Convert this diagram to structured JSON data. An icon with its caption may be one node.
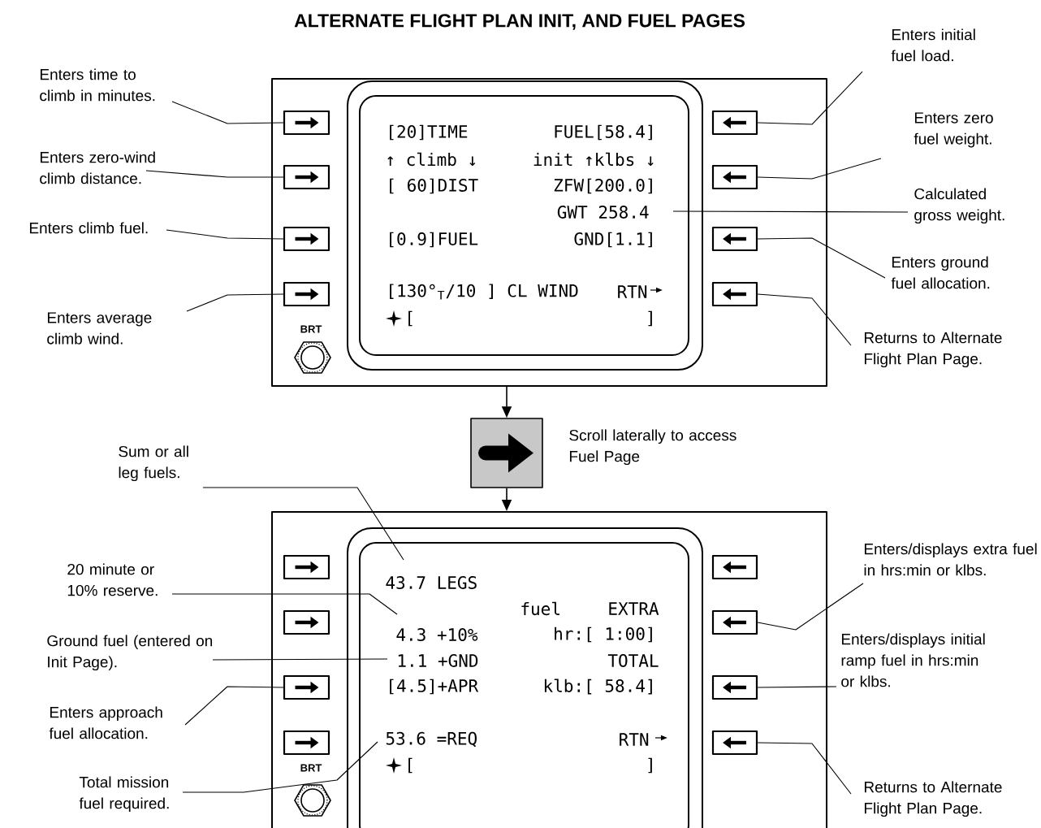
{
  "diagram": {
    "title": "ALTERNATE FLIGHT PLAN INIT, AND FUEL PAGES",
    "nodes": [
      {
        "text": [],
        "shape": "box"
      },
      {
        "text": [
          "[20]TIME",
          "FUEL[58.4]",
          "↑ climb ↓",
          "init ↑klbs ↓",
          "[ 60]DIST",
          "ZFW[200.0]",
          "GWT 258.4",
          "[0.9]FUEL",
          "GND[1.1]",
          "[130°$_{T}$/10 ] CL WIND",
          "RTN",
          "[",
          "]"
        ],
        "in": 0
      },
      {
        "text": [],
        "shape": "box",
        "in": 0
      },
      {
        "text": [],
        "shape": "box",
        "in": 0
      },
      {
        "text": [],
        "shape": "box",
        "in": 0
      },
      {
        "text": [],
        "shape": "box",
        "in": 0
      },
      {
        "text": [],
        "shape": "box",
        "in": 0
      },
      {
        "text": [],
        "shape": "box",
        "in": 0
      },
      {
        "text": [],
        "shape": "box",
        "in": 0
      },
      {
        "text": [],
        "shape": "box",
        "in": 0
      },
      {
        "text": [],
        "shape": "box",
        "beside": [
          "Scroll laterally to access Fuel Page"
        ]
      },
      {
        "text": [],
        "shape": "box"
      },
      {
        "text": [
          "43.7 LEGS",
          "fuel",
          "EXTRA",
          "4.3 +10%",
          "hr:[ 1:00]",
          "1.1 +GND",
          "TOTAL",
          "[4.5]+APR",
          "klb:[ 58.4]",
          "53.6 =REQ",
          "RTN",
          "[",
          "]"
        ],
        "in": 11
      },
      {
        "text": [],
        "shape": "box",
        "in": 11
      },
      {
        "text": [],
        "shape": "box",
        "in": 11
      },
      {
        "text": [],
        "shape": "box",
        "in": 11
      },
      {
        "text": [],
        "shape": "box",
        "in": 11
      },
      {
        "text": [],
        "shape": "box",
        "in": 11
      },
      {
        "text": [],
        "shape": "box",
        "in": 11
      },
      {
        "text": [],
        "shape": "box",
        "in": 11
      },
      {
        "text": [],
        "shape": "box",
        "in": 11
      },
      {
        "text": [
          "Enters time to climb in minutes."
        ]
      },
      {
        "text": [
          "Enters zero-wind climb distance."
        ]
      },
      {
        "text": [
          "Enters climb fuel."
        ]
      },
      {
        "text": [
          "Enters average climb wind."
        ]
      },
      {
        "text": [
          "Enters initial fuel load."
        ]
      },
      {
        "text": [
          "Enters zero fuel weight."
        ]
      },
      {
        "text": [
          "Calculated gross weight."
        ]
      },
      {
        "text": [
          "Enters ground fuel allocation."
        ]
      },
      {
        "text": [
          "Returns to Alternate Flight Plan Page."
        ]
      },
      {
        "text": [
          "Sum or all leg fuels."
        ]
      },
      {
        "text": [
          "20 minute or 10% reserve."
        ]
      },
      {
        "text": [
          "Ground fuel (entered on Init Page)."
        ]
      },
      {
        "text": [
          "Enters approach fuel allocation."
        ]
      },
      {
        "text": [
          "Total mission fuel required."
        ]
      },
      {
        "text": [
          "Enters/displays extra fuel in hrs:min or klbs."
        ]
      },
      {
        "text": [
          "Enters/displays initial ramp fuel in hrs:min or klbs."
        ]
      },
      {
        "text": [
          "Returns to Alternate Flight Plan Page."
        ]
      }
    ],
    "edges": [
      {
        "from": 0,
        "to": 10,
        "arrow": "to"
      },
      {
        "from": 10,
        "to": 11,
        "arrow": "to"
      },
      {
        "from": 21,
        "to": 2,
        "arrow": "none"
      },
      {
        "from": 22,
        "to": 3,
        "arrow": "none"
      },
      {
        "from": 23,
        "to": 4,
        "arrow": "none"
      },
      {
        "from": 24,
        "to": 5,
        "arrow": "none"
      },
      {
        "from": 25,
        "to": 6,
        "arrow": "none"
      },
      {
        "from": 26,
        "to": 7,
        "arrow": "none"
      },
      {
        "from": 27,
        "to": 1,
        "arrow": "none"
      },
      {
        "from": 28,
        "to": 8,
        "arrow": "none"
      },
      {
        "from": 29,
        "to": 9,
        "arrow": "none"
      },
      {
        "from": 30,
        "to": 12,
        "arrow": "none"
      },
      {
        "from": 31,
        "to": 12,
        "arrow": "none"
      },
      {
        "from": 32,
        "to": 12,
        "arrow": "none"
      },
      {
        "from": 33,
        "to": 15,
        "arrow": "none"
      },
      {
        "from": 34,
        "to": 12,
        "arrow": "none"
      },
      {
        "from": 35,
        "to": 18,
        "arrow": "none"
      },
      {
        "from": 36,
        "to": 19,
        "arrow": "none"
      },
      {
        "from": 37,
        "to": 20,
        "arrow": "none"
      }
    ],
    "labels": [
      "BRT",
      "BRT"
    ]
  }
}
